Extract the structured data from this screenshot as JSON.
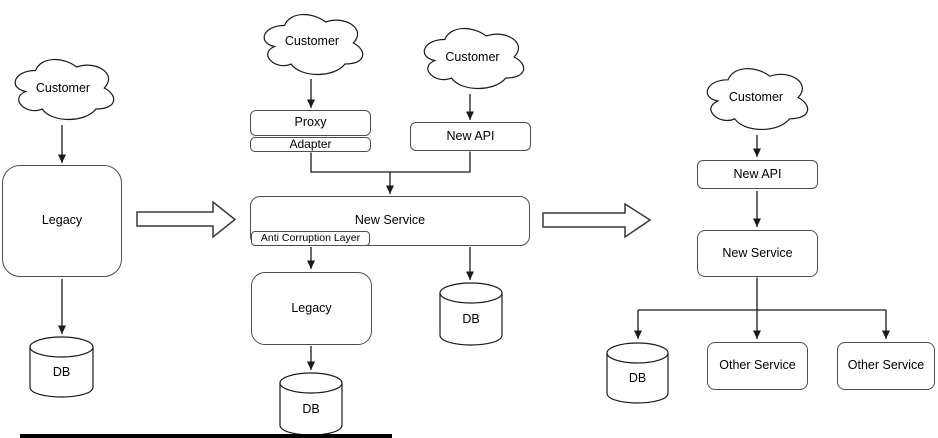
{
  "stage_before": {
    "customer": "Customer",
    "legacy": "Legacy",
    "db": "DB"
  },
  "stage_during": {
    "customer_left": "Customer",
    "customer_right": "Customer",
    "proxy": "Proxy",
    "adapter": "Adapter",
    "new_api": "New API",
    "new_service": "New Service",
    "anti_corruption_layer": "Anti Corruption Layer",
    "legacy": "Legacy",
    "legacy_db": "DB",
    "new_db": "DB"
  },
  "stage_after": {
    "customer": "Customer",
    "new_api": "New API",
    "new_service": "New Service",
    "db": "DB",
    "other_service_1": "Other Service",
    "other_service_2": "Other Service"
  },
  "colors": {
    "connector_stroke": "#1a1a1a",
    "box_border": "#4d4d4d",
    "shape_fill": "#ffffff",
    "text": "#000000"
  }
}
